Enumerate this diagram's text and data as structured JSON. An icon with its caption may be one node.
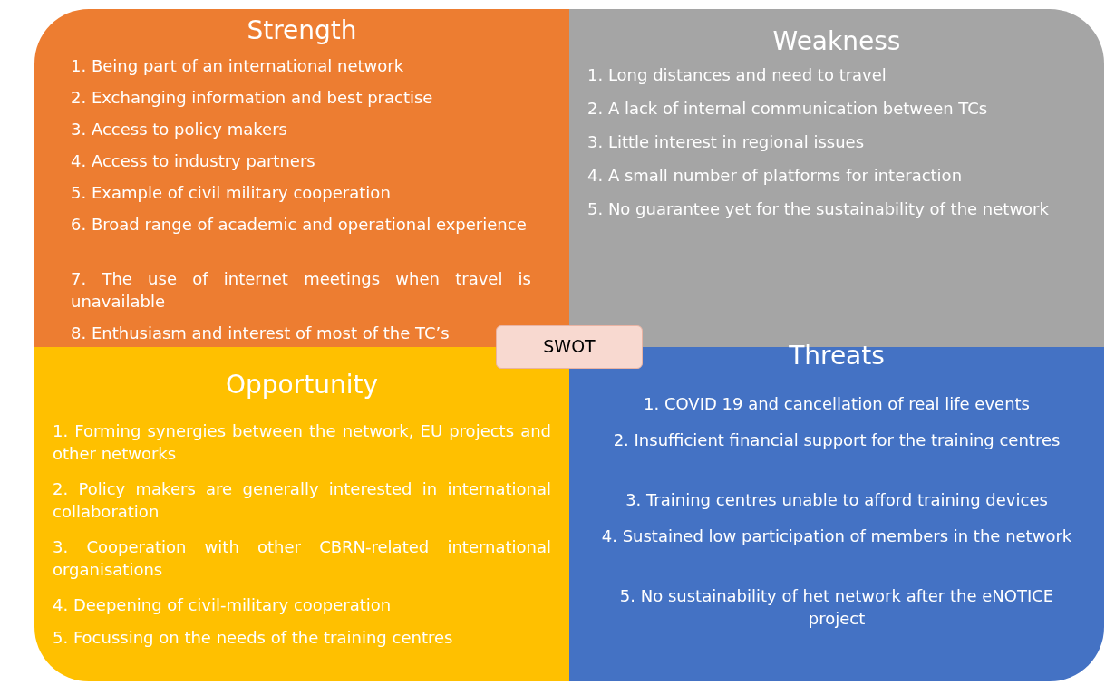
{
  "diagram": {
    "nodes": [
      {
        "text": [
          "Strength",
          "1. Being part of an international network",
          "2. Exchanging information and best practise",
          "3. Access to policy makers",
          "4. Access to industry partners",
          "5. Example of civil military cooperation",
          "6. Broad range of academic and operational experience",
          "7. The use of internet meetings when travel is unavailable",
          "8. Enthusiasm and interest of most of the TC’s"
        ]
      },
      {
        "text": [
          "Weakness",
          "1. Long distances and need to travel",
          "2. A lack of internal communication between TCs",
          "3. Little interest in regional issues",
          "4. A small number of platforms for interaction",
          "5. No guarantee yet for the sustainability of the network"
        ]
      },
      {
        "text": [
          "Opportunity",
          "1. Forming synergies between the network, EU projects and other networks",
          "2. Policy makers are generally interested in international collaboration",
          "3. Cooperation with other CBRN-related international organisations",
          "4. Deepening of civil-military cooperation",
          "5. Focussing on the needs of the training centres"
        ]
      },
      {
        "text": [
          "Threats",
          "1. COVID 19 and cancellation of real life events",
          "2. Insufficient financial support for the training centres",
          "3. Training centres unable to afford training devices",
          "4. Sustained low participation of members in the network",
          "5. No sustainability of het network after the eNOTICE project"
        ]
      },
      {
        "text": [
          "SWOT"
        ]
      }
    ]
  }
}
